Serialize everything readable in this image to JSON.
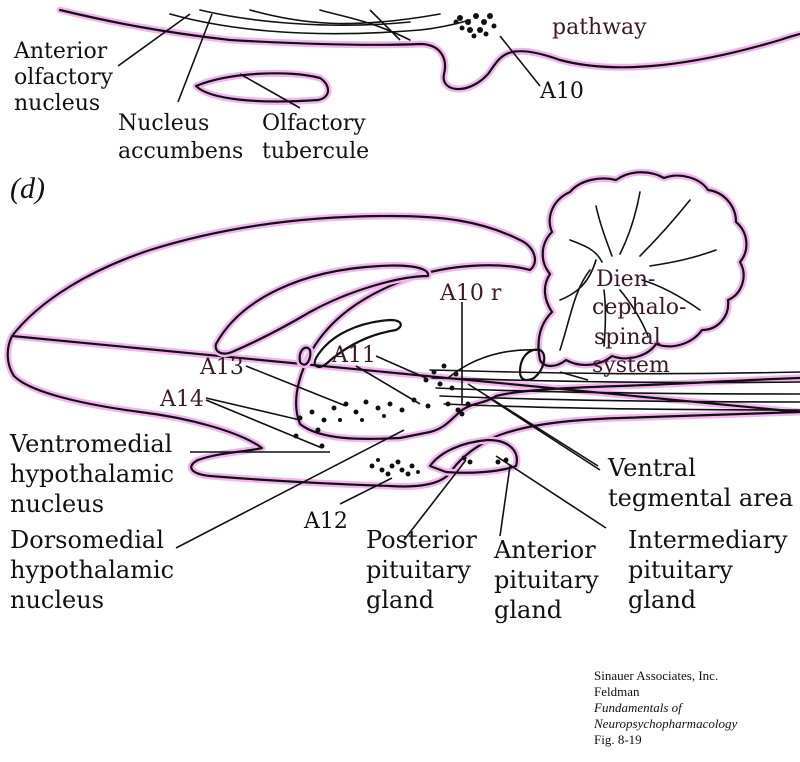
{
  "top_panel": {
    "labels": {
      "pathway": "pathway",
      "anterior_olfactory_nucleus": [
        "Anterior",
        "olfactory",
        "nucleus"
      ],
      "nucleus_accumbens": [
        "Nucleus",
        "accumbens"
      ],
      "olfactory_tubercule": [
        "Olfactory",
        "tubercule"
      ],
      "a10": "A10"
    }
  },
  "panel_d": {
    "panel_letter": "(d)",
    "labels": {
      "diencephalospinal_system": [
        "Dien-",
        "cephalo-",
        "spinal",
        "system"
      ],
      "a10r": "A10 r",
      "a11": "A11",
      "a13": "A13",
      "a14": "A14",
      "ventromedial_hypothalamic_nucleus": [
        "Ventromedial",
        "hypothalamic",
        "nucleus"
      ],
      "dorsomedial_hypothalamic_nucleus": [
        "Dorsomedial",
        "hypothalamic",
        "nucleus"
      ],
      "a12": "A12",
      "posterior_pituitary_gland": [
        "Posterior",
        "pituitary",
        "gland"
      ],
      "anterior_pituitary_gland": [
        "Anterior",
        "pituitary",
        "gland"
      ],
      "intermediary_pituitary_gland": [
        "Intermediary",
        "pituitary",
        "gland"
      ],
      "ventral_tegmental_area": [
        "Ventral",
        "tegmental area"
      ]
    }
  },
  "credit": {
    "publisher": "Sinauer Associates, Inc.",
    "author": "Feldman",
    "book_line1": "Fundamentals of",
    "book_line2": "Neuropsychopharmacology",
    "figure": "Fig. 8-19"
  },
  "colors": {
    "outline_highlight": "#f2b5ef",
    "ink": "#111111",
    "label_dark": "#3a1a2a"
  }
}
